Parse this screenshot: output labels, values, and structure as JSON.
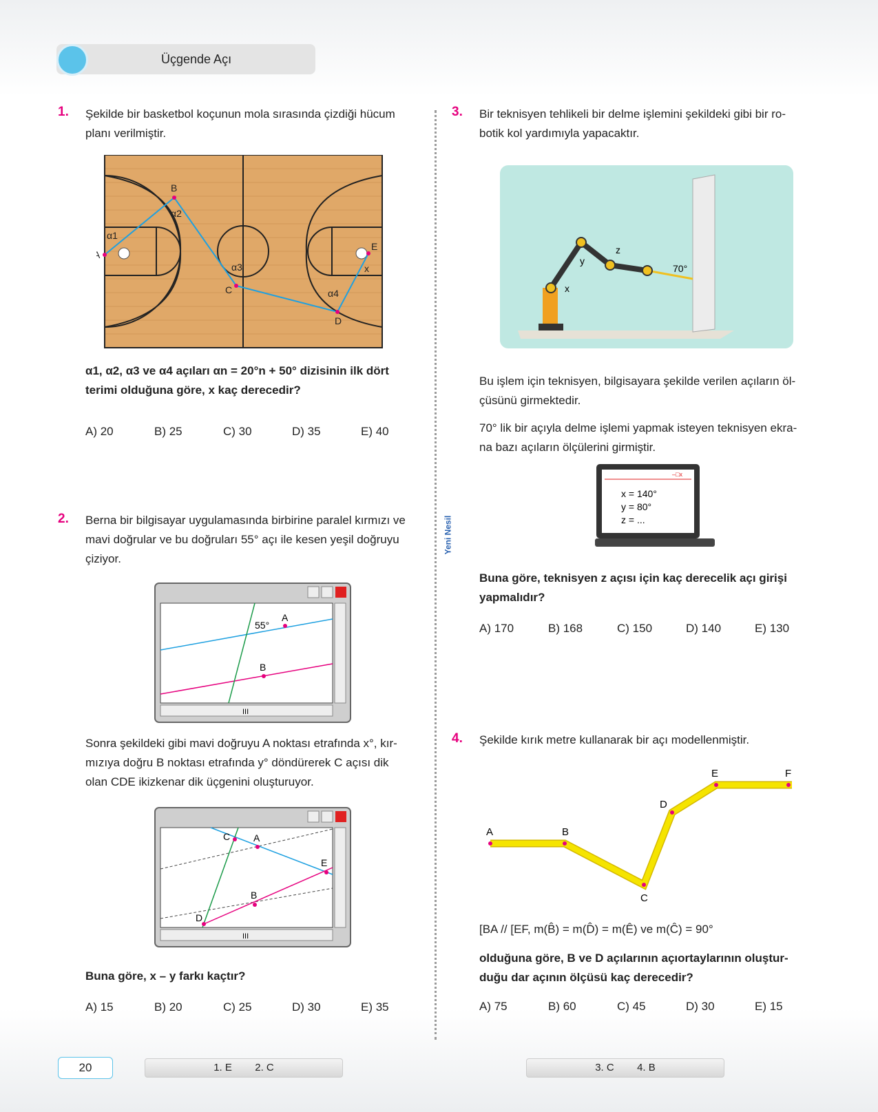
{
  "header": {
    "title": "Üçgende Açı"
  },
  "brand": "Yeni Nesil",
  "q1": {
    "number": "1.",
    "line1": "Şekilde bir basketbol koçunun mola sırasında çizdiği hücum",
    "line2": "planı verilmiştir.",
    "labels": {
      "A": "A",
      "B": "B",
      "C": "C",
      "D": "D",
      "E": "E",
      "x": "x",
      "a1": "α1",
      "a2": "α2",
      "a3": "α3",
      "a4": "α4"
    },
    "question_line1": "α1, α2, α3 ve α4 açıları αn = 20°n + 50° dizisinin ilk dört",
    "question_line2": "terimi olduğuna göre, x kaç derecedir?",
    "options": [
      "A) 20",
      "B) 25",
      "C) 30",
      "D) 35",
      "E) 40"
    ]
  },
  "q2": {
    "number": "2.",
    "line1": "Berna bir bilgisayar uygulamasında birbirine paralel kırmızı ve",
    "line2": "mavi doğrular ve bu doğruları 55° açı ile kesen yeşil doğruyu",
    "line3": "çiziyor.",
    "fig1": {
      "angle": "55°",
      "A": "A",
      "B": "B",
      "scroll": "III"
    },
    "mid_line1": "Sonra şekildeki gibi mavi doğruyu A noktası etrafında x°, kır-",
    "mid_line2": "mızıya doğru B noktası etrafında y° döndürerek C açısı dik",
    "mid_line3": "olan CDE ikizkenar dik üçgenini oluşturuyor.",
    "fig2": {
      "A": "A",
      "B": "B",
      "C": "C",
      "D": "D",
      "E": "E",
      "scroll": "III"
    },
    "question": "Buna göre, x – y farkı kaçtır?",
    "options": [
      "A) 15",
      "B) 20",
      "C) 25",
      "D) 30",
      "E) 35"
    ]
  },
  "q3": {
    "number": "3.",
    "line1": "Bir teknisyen tehlikeli bir delme işlemini şekildeki gibi bir ro-",
    "line2": "botik kol yardımıyla yapacaktır.",
    "labels": {
      "x": "x",
      "y": "y",
      "z": "z",
      "angle": "70°"
    },
    "p1_line1": "Bu işlem için teknisyen, bilgisayara şekilde verilen açıların öl-",
    "p1_line2": "çüsünü girmektedir.",
    "p2_line1": "70° lik bir açıyla delme işlemi yapmak isteyen teknisyen ekra-",
    "p2_line2": "na bazı açıların ölçülerini girmiştir.",
    "screen": {
      "controls": "–□x",
      "x": "x = 140°",
      "y": "y = 80°",
      "z": "z = ..."
    },
    "question_line1": "Buna göre, teknisyen z açısı için kaç derecelik açı girişi",
    "question_line2": "yapmalıdır?",
    "options": [
      "A) 170",
      "B) 168",
      "C) 150",
      "D) 140",
      "E) 130"
    ]
  },
  "q4": {
    "number": "4.",
    "line1": "Şekilde kırık metre kullanarak bir açı modellenmiştir.",
    "labels": {
      "A": "A",
      "B": "B",
      "C": "C",
      "D": "D",
      "E": "E",
      "F": "F"
    },
    "given": "[BA // [EF, m(B̂) = m(D̂) = m(Ê)  ve  m(Ĉ) = 90°",
    "question_line1": "olduğuna göre, B ve D açılarının açıortaylarının oluştur-",
    "question_line2": "duğu dar açının ölçüsü kaç derecedir?",
    "options": [
      "A) 75",
      "B) 60",
      "C) 45",
      "D) 30",
      "E) 15"
    ]
  },
  "footer": {
    "page": "20",
    "answers_left": [
      "1. E",
      "2. C"
    ],
    "answers_right": [
      "3. C",
      "4. B"
    ]
  }
}
